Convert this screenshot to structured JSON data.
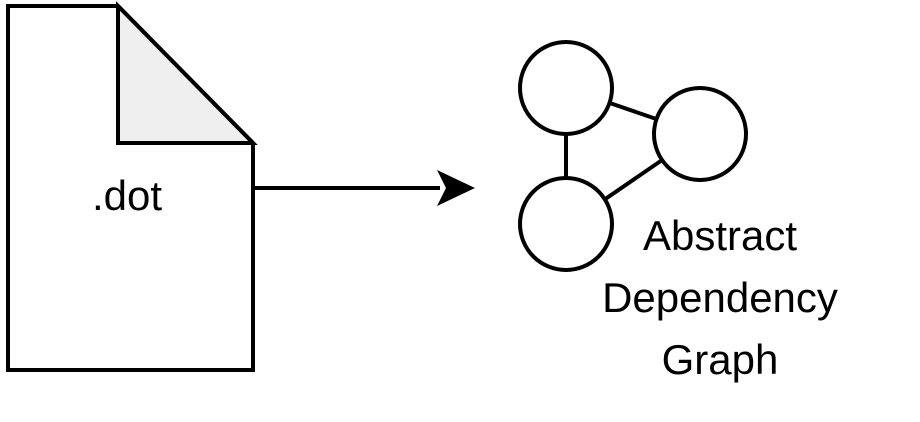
{
  "file": {
    "label": ".dot"
  },
  "graph": {
    "label_lines": [
      "Abstract",
      "Dependency",
      "Graph"
    ]
  }
}
